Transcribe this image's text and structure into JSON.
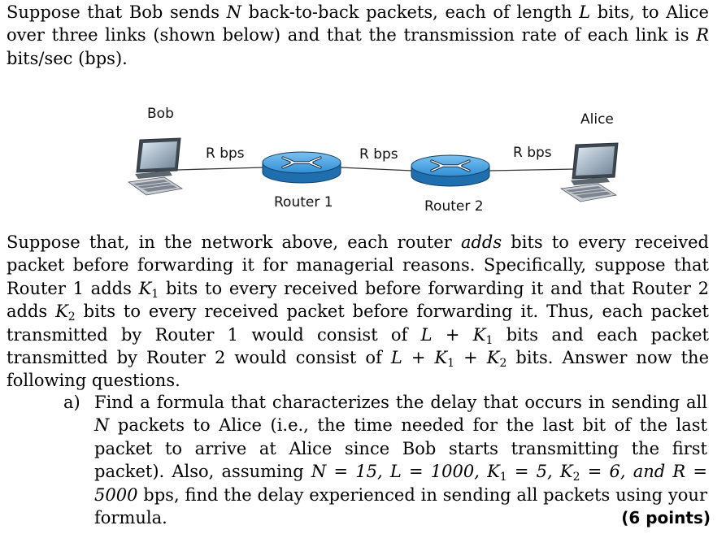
{
  "intro": {
    "s1": "Suppose that Bob sends ",
    "N": "N",
    "s2": " back-to-back packets, each of length ",
    "L": "L",
    "s3": " bits, to Alice over three links (shown below) and that the transmission rate of each link is ",
    "R": "R",
    "s4": " bits/sec (bps)."
  },
  "diagram": {
    "bob": "Bob",
    "alice": "Alice",
    "router1": "Router 1",
    "router2": "Router 2",
    "link1": "R bps",
    "link2": "R bps",
    "link3": "R bps",
    "router_color": "#2e8fd6",
    "link_color": "#333333"
  },
  "body": {
    "s1": "Suppose that, in the network above, each router ",
    "adds": "adds",
    "s2": " bits to every received packet before forwarding it for managerial reasons. Specifically, suppose that Router 1 adds ",
    "K1": "K",
    "sub1": "1",
    "s3": " bits to every received before forwarding it and that Router 2 adds ",
    "K2": "K",
    "sub2": "2",
    "s4": " bits to every received packet before forwarding it. Thus, each packet transmitted by Router 1 would consist of ",
    "e1": "L + K",
    "e1sub": "1",
    "s5": " bits and each packet transmitted by Router 2 would consist of ",
    "e2a": "L + K",
    "e2asub": "1",
    "e2b": " + K",
    "e2bsub": "2",
    "s6": " bits. Answer now the following questions."
  },
  "question_a": {
    "label": "a)",
    "s1": "Find a formula that characterizes the delay that occurs in sending all ",
    "N": "N",
    "s2": " packets to Alice (i.e., the time needed for the last bit of the last packet to arrive at Alice since Bob starts transmitting the first packet). Also, assuming ",
    "eq1": "N = 15, L = 1000, K",
    "eq1sub": "1",
    "eq2": " = 5, K",
    "eq2sub": "2",
    "eq3": " = 6, and R = 5000",
    "s3": " bps, find the delay experienced in sending all packets using your formula.",
    "points": "(6 points)"
  }
}
